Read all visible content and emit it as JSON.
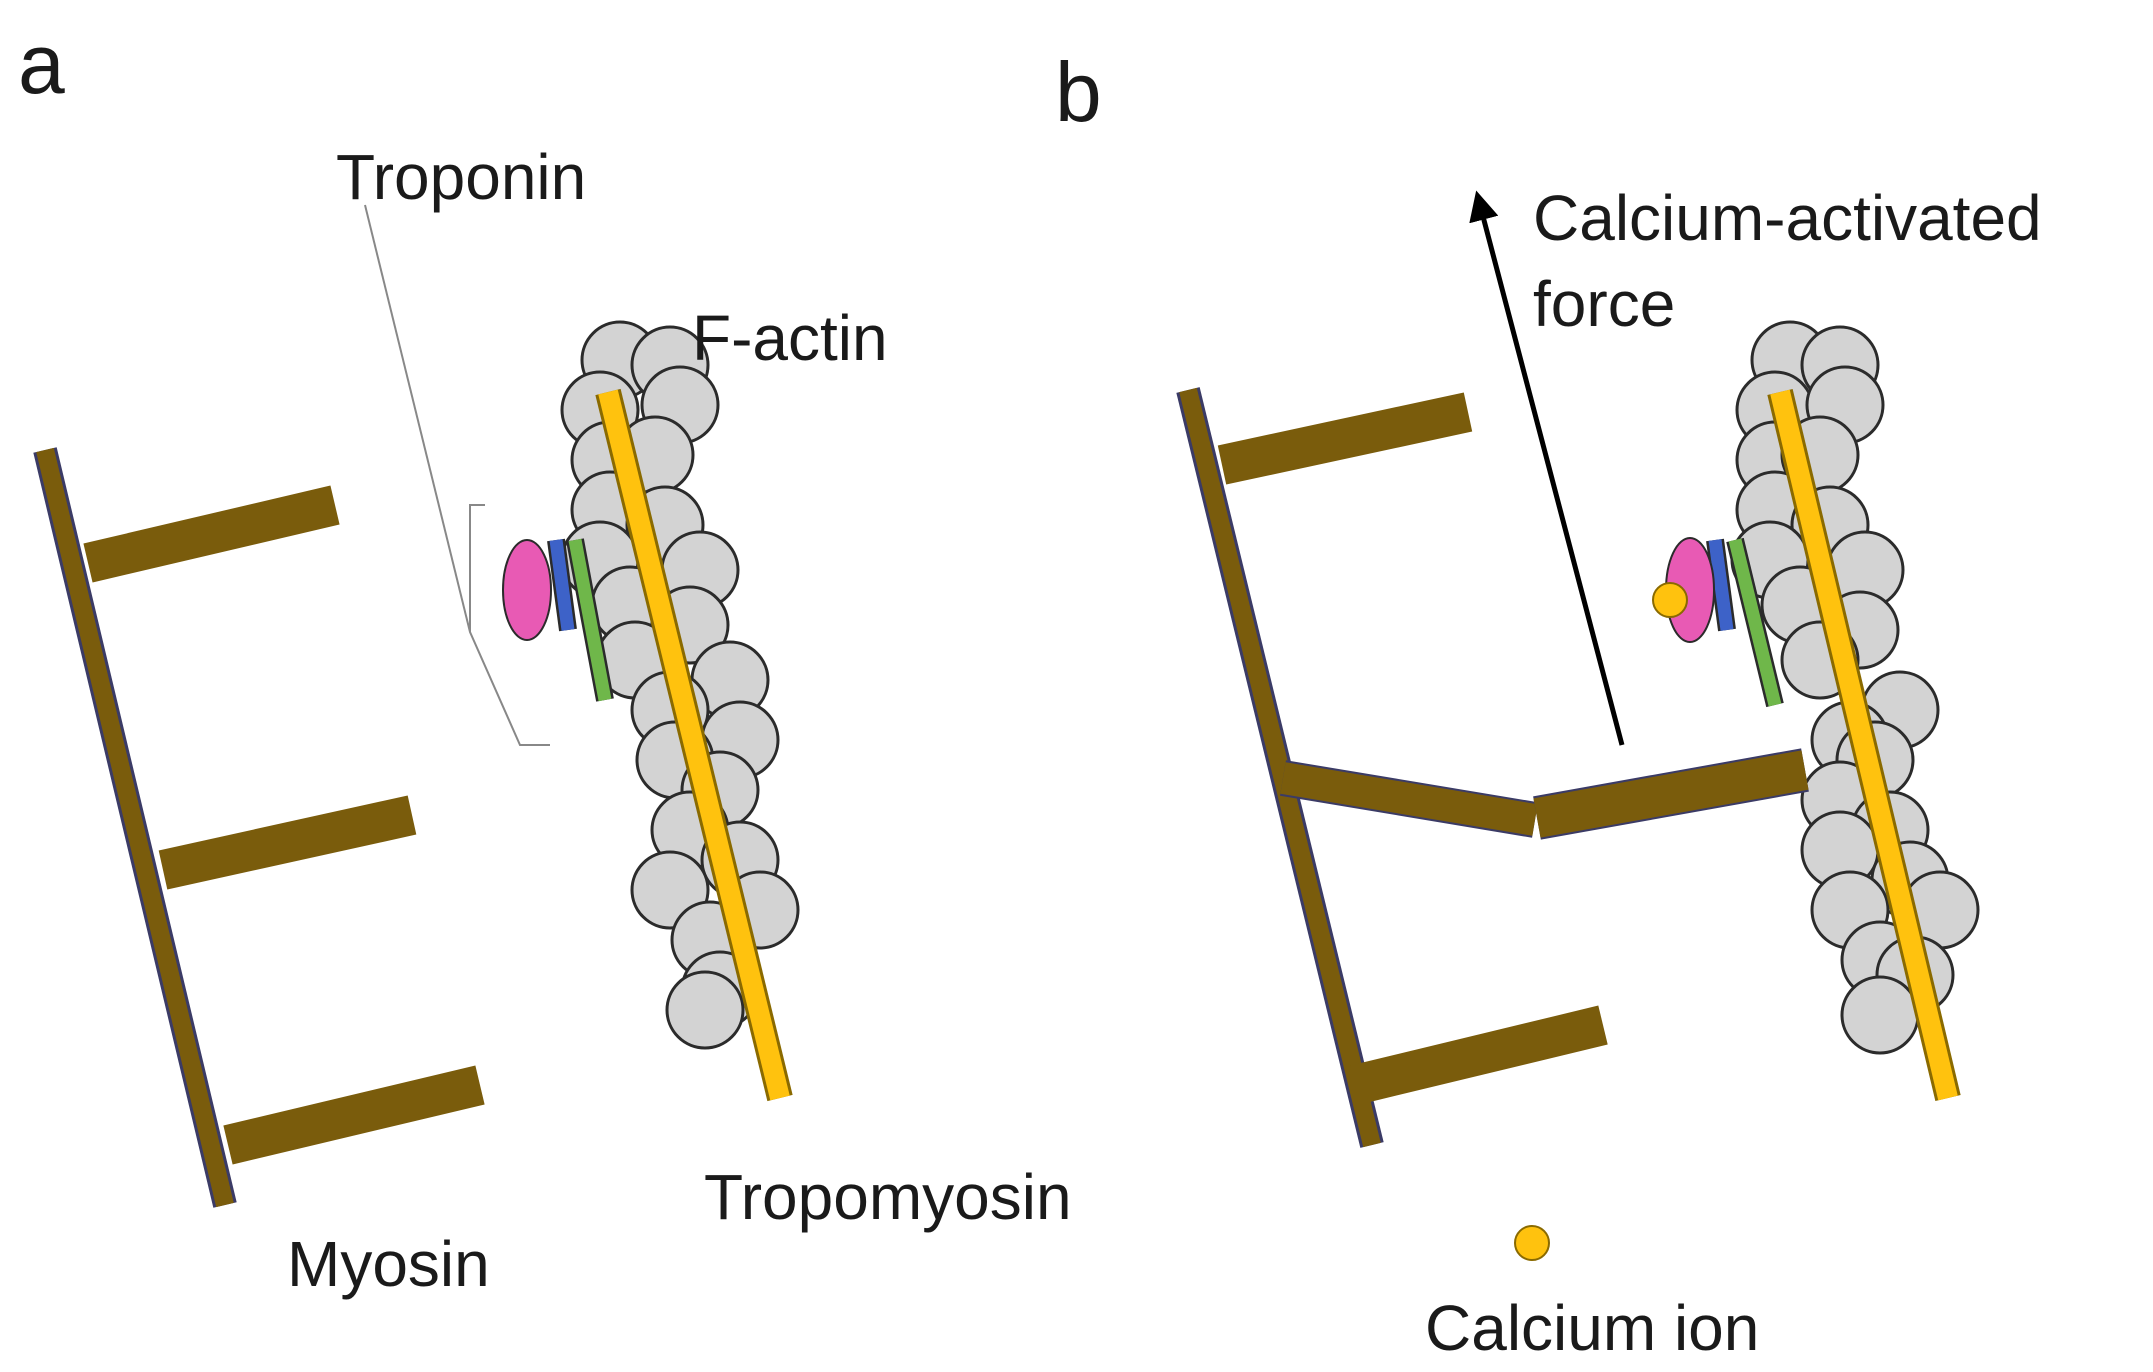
{
  "panels": {
    "a": {
      "letter": "a",
      "labels": {
        "troponin": "Troponin",
        "f_actin": "F-actin",
        "myosin": "Myosin",
        "tropomyosin": "Tropomyosin"
      }
    },
    "b": {
      "letter": "b",
      "labels": {
        "force_line1": "Calcium-activated",
        "force_line2": "force",
        "calcium_ion": "Calcium ion"
      }
    }
  },
  "colors": {
    "myosin": "#7a5c0c",
    "myosin_edge": "#3b3b66",
    "tropomyosin": "#ffc20e",
    "tropomyosin_edge": "#8a6a00",
    "actin_fill": "#d3d3d3",
    "actin_edge": "#2b2b2b",
    "troponin_c": "#e85ab4",
    "troponin_i": "#3d62c8",
    "troponin_t": "#6fb74a",
    "calcium": "#ffc20e",
    "arrow": "#000000",
    "bracket": "#888888"
  }
}
